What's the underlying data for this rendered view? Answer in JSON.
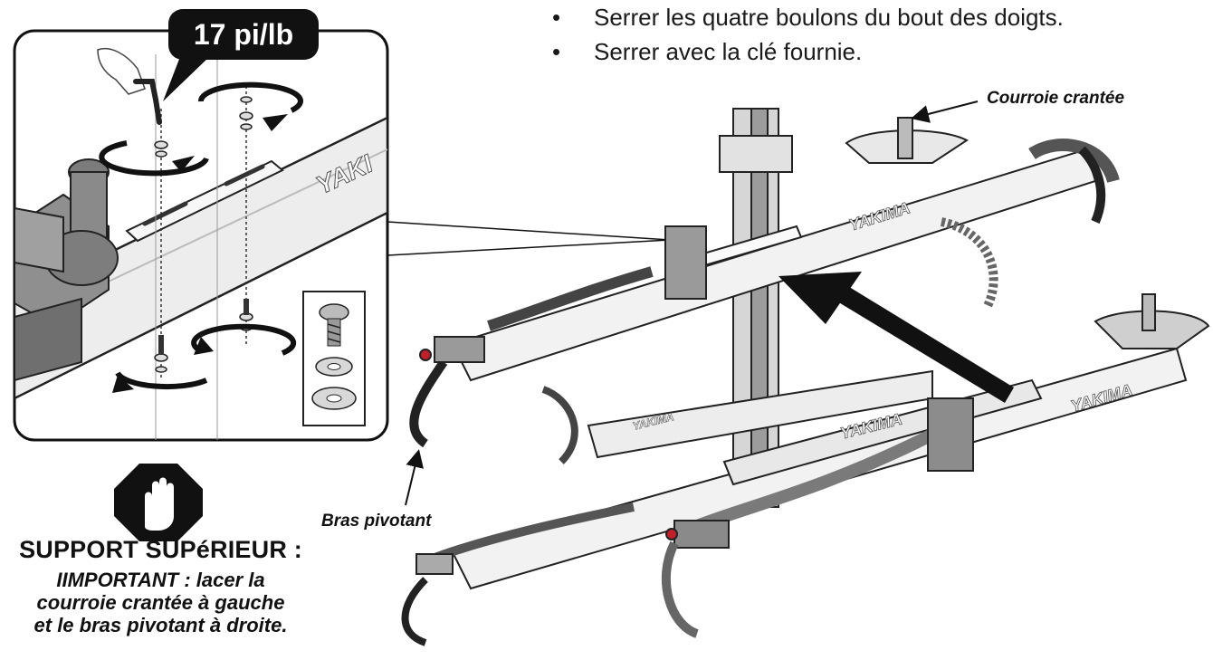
{
  "instructions": {
    "bullets": [
      "Serrer les quatre boulons du bout des doigts.",
      "Serrer avec la clé fournie."
    ]
  },
  "detail_panel": {
    "torque_label": "17 pi/lb",
    "brand_mark": "YAKI"
  },
  "callouts": {
    "strap": "Courroie crantée",
    "swing_arm": "Bras pivotant"
  },
  "rack_brand": "YAKIMA",
  "warning": {
    "title": "SUPPORT SUPéRIEUR :",
    "line1": "IIMPORTANT : lacer la",
    "line2": "courroie crantée à gauche",
    "line3": "et le bras pivotant à droite."
  },
  "colors": {
    "ink": "#111111",
    "metal": "#e9e9e9",
    "shadow": "#9a9a9a",
    "accent_red": "#c0202a"
  }
}
